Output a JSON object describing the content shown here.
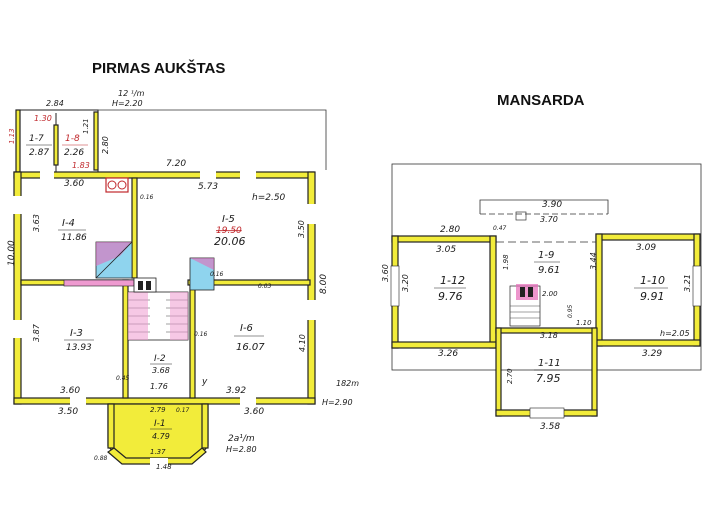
{
  "titles": {
    "ground_floor": "PIRMAS AUKŠTAS",
    "attic": "MANSARDA"
  },
  "ground_floor": {
    "rooms": [
      {
        "id": "1-7",
        "area": "2.87"
      },
      {
        "id": "1-8",
        "area": "2.26"
      },
      {
        "id": "I-4",
        "area": "11.86"
      },
      {
        "id": "I-5",
        "area": "20.06",
        "area_struck": "19.50"
      },
      {
        "id": "I-3",
        "area": "13.93"
      },
      {
        "id": "I-2",
        "area": "3.68"
      },
      {
        "id": "I-6",
        "area": "16.07"
      },
      {
        "id": "I-1",
        "area": "4.79"
      }
    ],
    "dimensions": {
      "top_284": "2.84",
      "top_130": "1.30",
      "side_113": "1.13",
      "side_121": "1.21",
      "side_183": "1.83",
      "side_280": "2.80",
      "w_720": "7.20",
      "w_360_a": "3.60",
      "w_573": "5.73",
      "h_363": "3.63",
      "h_1000": "10.00",
      "h_350": "3.50",
      "h_800": "8.00",
      "h_387": "3.87",
      "h_410": "4.10",
      "d_016_a": "0.16",
      "d_016_b": "0.16",
      "d_016_c": "0.16",
      "d_003": "0.03",
      "d_045": "0.45",
      "w_360_b": "3.60",
      "w_176": "1.76",
      "w_392": "3.92",
      "w_350": "3.50",
      "w_279": "2.79",
      "w_017": "0.17",
      "w_360_c": "3.60",
      "w_137": "1.37",
      "w_148": "1.48",
      "d_088": "0.88"
    },
    "notes": {
      "area_top": "12 ¹/m",
      "height_top": "H=2.20",
      "height_main": "h=2.50",
      "area_right": "182m",
      "height_right": "H=2.90",
      "area_bottom": "2a¹/m",
      "height_bottom": "H=2.80",
      "mark_y": "y"
    }
  },
  "attic": {
    "rooms": [
      {
        "id": "1-9",
        "area": "9.61"
      },
      {
        "id": "1-12",
        "area": "9.76"
      },
      {
        "id": "1-10",
        "area": "9.91"
      },
      {
        "id": "1-11",
        "area": "7.95"
      }
    ],
    "dimensions": {
      "w_390": "3.90",
      "w_370": "3.70",
      "w_280": "2.80",
      "w_305": "3.05",
      "w_309": "3.09",
      "h_360": "3.60",
      "h_320": "3.20",
      "h_198": "1.98",
      "h_344": "3.44",
      "h_321": "3.21",
      "d_047": "0.47",
      "d_200": "2.00",
      "d_095": "0.95",
      "d_110": "1.10",
      "w_318": "3.18",
      "w_326": "3.26",
      "w_329": "3.29",
      "h_270": "2.70",
      "w_358": "3.58"
    },
    "notes": {
      "height": "h=2.05"
    }
  }
}
